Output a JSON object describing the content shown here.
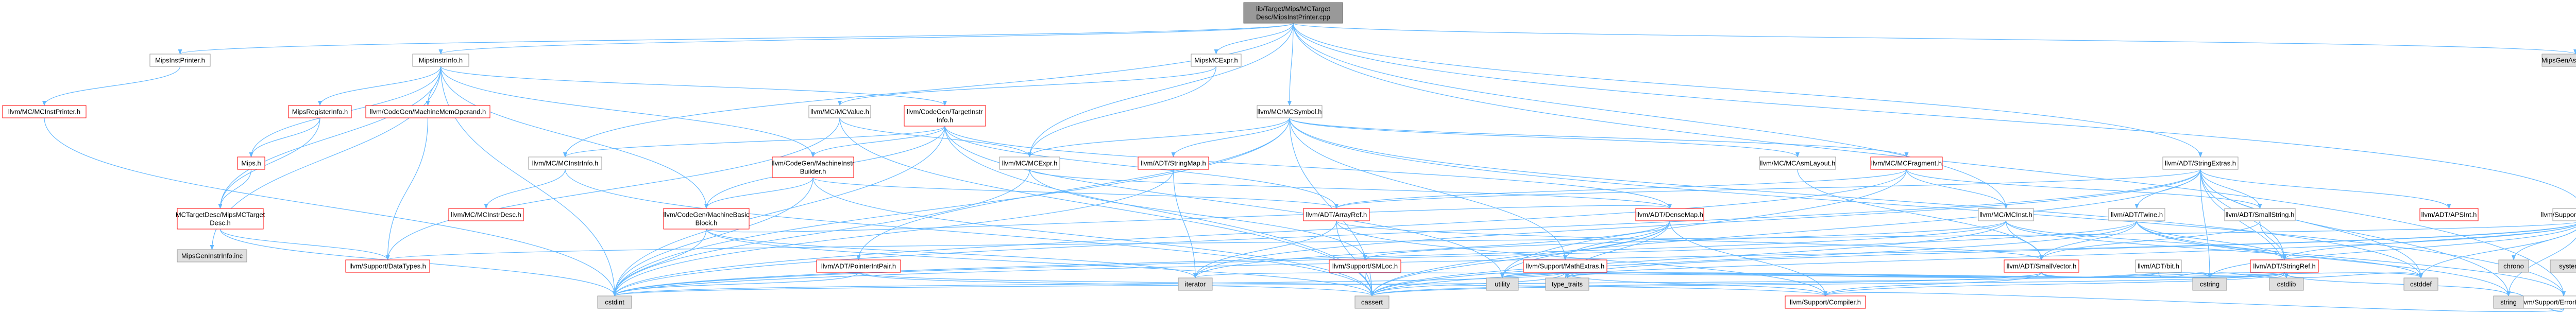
{
  "colors": {
    "edge": "#63B8FF",
    "node_fill": "#ffffff",
    "node_stroke": "#999999",
    "root_fill": "#999999",
    "root_stroke": "#666666",
    "red_node_stroke": "#ff0000",
    "gray_node_fill": "#e0e0e0",
    "text": "#000000",
    "red_text": "#ff0000"
  },
  "nodes": [
    {
      "id": "root",
      "lines": [
        "lib/Target/Mips/MCTarget",
        "Desc/MipsInstPrinter.cpp"
      ],
      "style": "root"
    },
    {
      "id": "mipsinstprinter_h",
      "lines": [
        "MipsInstPrinter.h"
      ],
      "style": "plain"
    },
    {
      "id": "mipsinstrinfo_h",
      "lines": [
        "MipsInstrInfo.h"
      ],
      "style": "plain"
    },
    {
      "id": "mipsmcexpr_h",
      "lines": [
        "MipsMCExpr.h"
      ],
      "style": "plain"
    },
    {
      "id": "mcsymbol_h",
      "lines": [
        "llvm/MC/MCSymbol.h"
      ],
      "style": "plain"
    },
    {
      "id": "mipsgenasmwriter",
      "lines": [
        "MipsGenAsmWriter.inc"
      ],
      "style": "gray"
    },
    {
      "id": "mcinstprinter_h",
      "lines": [
        "llvm/MC/MCInstPrinter.h"
      ],
      "style": "red"
    },
    {
      "id": "mipsregisterinfo_h",
      "lines": [
        "MipsRegisterInfo.h"
      ],
      "style": "red"
    },
    {
      "id": "mips_h",
      "lines": [
        "Mips.h"
      ],
      "style": "red"
    },
    {
      "id": "mipsmctargetdesc_h",
      "lines": [
        "MCTargetDesc/MipsMCTarget",
        "Desc.h"
      ],
      "style": "red"
    },
    {
      "id": "mipsgeninstrinfo",
      "lines": [
        "MipsGenInstrInfo.inc"
      ],
      "style": "gray"
    },
    {
      "id": "codegenmachinememoperand_h",
      "lines": [
        "llvm/CodeGen/MachineMemOperand.h"
      ],
      "style": "red"
    },
    {
      "id": "mcvalue_h",
      "lines": [
        "llvm/MC/MCValue.h"
      ],
      "style": "plain"
    },
    {
      "id": "codegentargetinstrinfo_h",
      "lines": [
        "llvm/CodeGen/TargetInstr",
        "Info.h"
      ],
      "style": "red"
    },
    {
      "id": "mcinstrinfo_h",
      "lines": [
        "llvm/MC/MCInstrInfo.h"
      ],
      "style": "plain"
    },
    {
      "id": "mcinstrdesc_h",
      "lines": [
        "llvm/MC/MCInstrDesc.h"
      ],
      "style": "red"
    },
    {
      "id": "codegenmachineinstrbuilder_h",
      "lines": [
        "llvm/CodeGen/MachineInstr",
        "Builder.h"
      ],
      "style": "red"
    },
    {
      "id": "codegenmachinebasicblock_h",
      "lines": [
        "llvm/CodeGen/MachineBasic",
        "Block.h"
      ],
      "style": "red"
    },
    {
      "id": "supportdatatypes_h",
      "lines": [
        "llvm/Support/DataTypes.h"
      ],
      "style": "red"
    },
    {
      "id": "mcmcexpr_h",
      "lines": [
        "llvm/MC/MCExpr.h"
      ],
      "style": "plain"
    },
    {
      "id": "adtstringmap_h",
      "lines": [
        "llvm/ADT/StringMap.h"
      ],
      "style": "red"
    },
    {
      "id": "adtarrayref_h",
      "lines": [
        "llvm/ADT/ArrayRef.h"
      ],
      "style": "red"
    },
    {
      "id": "adtpointerintpair_h",
      "lines": [
        "llvm/ADT/PointerIntPair.h"
      ],
      "style": "red"
    },
    {
      "id": "mcfragment_h",
      "lines": [
        "llvm/MC/MCFragment.h"
      ],
      "style": "red"
    },
    {
      "id": "mcasmlayout_h",
      "lines": [
        "llvm/MC/MCAsmLayout.h"
      ],
      "style": "plain"
    },
    {
      "id": "adtdensemap_h",
      "lines": [
        "llvm/ADT/DenseMap.h"
      ],
      "style": "red"
    },
    {
      "id": "supportsmloc_h",
      "lines": [
        "llvm/Support/SMLoc.h"
      ],
      "style": "red"
    },
    {
      "id": "supportmathextras_h",
      "lines": [
        "llvm/Support/MathExtras.h"
      ],
      "style": "red"
    },
    {
      "id": "mcmcinst_h",
      "lines": [
        "llvm/MC/MCInst.h"
      ],
      "style": "plain"
    },
    {
      "id": "adtsmallvector_h",
      "lines": [
        "llvm/ADT/SmallVector.h"
      ],
      "style": "red"
    },
    {
      "id": "adtstringextras_h",
      "lines": [
        "llvm/ADT/StringExtras.h"
      ],
      "style": "plain"
    },
    {
      "id": "adttwine_h",
      "lines": [
        "llvm/ADT/Twine.h"
      ],
      "style": "plain"
    },
    {
      "id": "adtsmallstring_h",
      "lines": [
        "llvm/ADT/SmallString.h"
      ],
      "style": "plain"
    },
    {
      "id": "adtapsint_h",
      "lines": [
        "llvm/ADT/APSInt.h"
      ],
      "style": "red"
    },
    {
      "id": "adtbit_h",
      "lines": [
        "llvm/ADT/bit.h"
      ],
      "style": "plain"
    },
    {
      "id": "adtstringref_h",
      "lines": [
        "llvm/ADT/StringRef.h"
      ],
      "style": "red"
    },
    {
      "id": "supportrawostream_h",
      "lines": [
        "llvm/Support/raw_ostream.h"
      ],
      "style": "plain"
    },
    {
      "id": "supporterrorhandling_h",
      "lines": [
        "llvm/Support/ErrorHandling.h"
      ],
      "style": "plain"
    },
    {
      "id": "supportcompiler_h",
      "lines": [
        "llvm/Support/Compiler.h"
      ],
      "style": "red"
    },
    {
      "id": "cstdint",
      "lines": [
        "cstdint"
      ],
      "style": "gray"
    },
    {
      "id": "iterator",
      "lines": [
        "iterator"
      ],
      "style": "gray"
    },
    {
      "id": "cassert",
      "lines": [
        "cassert"
      ],
      "style": "gray"
    },
    {
      "id": "utility",
      "lines": [
        "utility"
      ],
      "style": "gray"
    },
    {
      "id": "type_traits",
      "lines": [
        "type_traits"
      ],
      "style": "gray"
    },
    {
      "id": "cstring",
      "lines": [
        "cstring"
      ],
      "style": "gray"
    },
    {
      "id": "cstdlib",
      "lines": [
        "cstdlib"
      ],
      "style": "gray"
    },
    {
      "id": "cstddef",
      "lines": [
        "cstddef"
      ],
      "style": "gray"
    },
    {
      "id": "string",
      "lines": [
        "string"
      ],
      "style": "gray"
    },
    {
      "id": "chrono",
      "lines": [
        "chrono"
      ],
      "style": "gray"
    },
    {
      "id": "system_error",
      "lines": [
        "system_error"
      ],
      "style": "gray"
    }
  ],
  "edges": [
    [
      "root",
      "mipsinstprinter_h"
    ],
    [
      "root",
      "mipsinstrinfo_h"
    ],
    [
      "root",
      "mipsmcexpr_h"
    ],
    [
      "root",
      "mcsymbol_h"
    ],
    [
      "root",
      "mipsgenasmwriter"
    ],
    [
      "root",
      "supportrawostream_h"
    ],
    [
      "root",
      "adtstringextras_h"
    ],
    [
      "root",
      "mcmcinst_h"
    ],
    [
      "root",
      "mcmcexpr_h"
    ],
    [
      "root",
      "mcinstrinfo_h"
    ],
    [
      "root",
      "supporterrorhandling_h"
    ],
    [
      "mipsinstprinter_h",
      "mcinstprinter_h"
    ],
    [
      "mcinstprinter_h",
      "cstdint"
    ],
    [
      "mipsinstrinfo_h",
      "mipsregisterinfo_h"
    ],
    [
      "mipsinstrinfo_h",
      "mips_h"
    ],
    [
      "mipsinstrinfo_h",
      "mipsmctargetdesc_h"
    ],
    [
      "mipsinstrinfo_h",
      "mipsgeninstrinfo"
    ],
    [
      "mipsinstrinfo_h",
      "codegenmachinememoperand_h"
    ],
    [
      "mipsinstrinfo_h",
      "codegentargetinstrinfo_h"
    ],
    [
      "mipsinstrinfo_h",
      "codegenmachineinstrbuilder_h"
    ],
    [
      "mipsinstrinfo_h",
      "codegenmachinebasicblock_h"
    ],
    [
      "mipsinstrinfo_h",
      "cstdint"
    ],
    [
      "mipsregisterinfo_h",
      "mips_h"
    ],
    [
      "mipsregisterinfo_h",
      "mipsmctargetdesc_h"
    ],
    [
      "mips_h",
      "mipsmctargetdesc_h"
    ],
    [
      "mipsmctargetdesc_h",
      "supportdatatypes_h"
    ],
    [
      "mipsmctargetdesc_h",
      "cstdint"
    ],
    [
      "codegenmachinememoperand_h",
      "supportdatatypes_h"
    ],
    [
      "mipsmcexpr_h",
      "mcvalue_h"
    ],
    [
      "mipsmcexpr_h",
      "mcmcexpr_h"
    ],
    [
      "mcvalue_h",
      "mcmcexpr_h"
    ],
    [
      "mcvalue_h",
      "supportdatatypes_h"
    ],
    [
      "mcvalue_h",
      "cassert"
    ],
    [
      "codegentargetinstrinfo_h",
      "mcinstrinfo_h"
    ],
    [
      "codegentargetinstrinfo_h",
      "codegenmachineinstrbuilder_h"
    ],
    [
      "codegentargetinstrinfo_h",
      "codegenmachinebasicblock_h"
    ],
    [
      "codegentargetinstrinfo_h",
      "adtdensemap_h"
    ],
    [
      "codegentargetinstrinfo_h",
      "adtarrayref_h"
    ],
    [
      "codegentargetinstrinfo_h",
      "cassert"
    ],
    [
      "codegentargetinstrinfo_h",
      "utility"
    ],
    [
      "codegentargetinstrinfo_h",
      "cstdint"
    ],
    [
      "mcinstrinfo_h",
      "mcinstrdesc_h"
    ],
    [
      "mcinstrinfo_h",
      "cassert"
    ],
    [
      "codegenmachineinstrbuilder_h",
      "codegenmachinebasicblock_h"
    ],
    [
      "codegenmachineinstrbuilder_h",
      "adtarrayref_h"
    ],
    [
      "codegenmachineinstrbuilder_h",
      "cassert"
    ],
    [
      "codegenmachineinstrbuilder_h",
      "cstdint"
    ],
    [
      "codegenmachinebasicblock_h",
      "adtdensemap_h"
    ],
    [
      "codegenmachinebasicblock_h",
      "iterator"
    ],
    [
      "codegenmachinebasicblock_h",
      "cassert"
    ],
    [
      "codegenmachinebasicblock_h",
      "cstdint"
    ],
    [
      "mcsymbol_h",
      "mcmcexpr_h"
    ],
    [
      "mcsymbol_h",
      "mcfragment_h"
    ],
    [
      "mcsymbol_h",
      "adtstringmap_h"
    ],
    [
      "mcsymbol_h",
      "adtpointerintpair_h"
    ],
    [
      "mcsymbol_h",
      "supportmathextras_h"
    ],
    [
      "mcsymbol_h",
      "supporterrorhandling_h"
    ],
    [
      "mcsymbol_h",
      "cassert"
    ],
    [
      "mcsymbol_h",
      "cstddef"
    ],
    [
      "mcsymbol_h",
      "cstdint"
    ],
    [
      "mcsymbol_h",
      "mcasmlayout_h"
    ],
    [
      "mcmcexpr_h",
      "supportsmloc_h"
    ],
    [
      "mcmcexpr_h",
      "adtdensemap_h"
    ],
    [
      "mcmcexpr_h",
      "cstdint"
    ],
    [
      "adtstringmap_h",
      "iterator"
    ],
    [
      "adtstringmap_h",
      "cstdint"
    ],
    [
      "adtpointerintpair_h",
      "supportcompiler_h"
    ],
    [
      "adtpointerintpair_h",
      "cassert"
    ],
    [
      "adtpointerintpair_h",
      "cstdint"
    ],
    [
      "adtarrayref_h",
      "adtsmallvector_h"
    ],
    [
      "adtarrayref_h",
      "supportcompiler_h"
    ],
    [
      "adtarrayref_h",
      "cassert"
    ],
    [
      "adtarrayref_h",
      "iterator"
    ],
    [
      "mcasmlayout_h",
      "adtsmallvector_h"
    ],
    [
      "mcfragment_h",
      "adtarrayref_h"
    ],
    [
      "mcfragment_h",
      "adtsmallstring_h"
    ],
    [
      "mcfragment_h",
      "mcmcinst_h"
    ],
    [
      "mcfragment_h",
      "utility"
    ],
    [
      "mcfragment_h",
      "cstdint"
    ],
    [
      "adtdensemap_h",
      "supportmathextras_h"
    ],
    [
      "adtdensemap_h",
      "supportcompiler_h"
    ],
    [
      "adtdensemap_h",
      "utility"
    ],
    [
      "adtdensemap_h",
      "type_traits"
    ],
    [
      "adtdensemap_h",
      "cassert"
    ],
    [
      "adtdensemap_h",
      "iterator"
    ],
    [
      "supportsmloc_h",
      "cassert"
    ],
    [
      "supportmathextras_h",
      "supportcompiler_h"
    ],
    [
      "supportmathextras_h",
      "cassert"
    ],
    [
      "supportmathextras_h",
      "type_traits"
    ],
    [
      "supportmathextras_h",
      "cstdint"
    ],
    [
      "mcmcinst_h",
      "adtsmallvector_h"
    ],
    [
      "mcmcinst_h",
      "adtstringref_h"
    ],
    [
      "mcmcinst_h",
      "supportsmloc_h"
    ],
    [
      "mcmcinst_h",
      "cassert"
    ],
    [
      "mcmcinst_h",
      "cstddef"
    ],
    [
      "mcmcinst_h",
      "cstdint"
    ],
    [
      "adtsmallvector_h",
      "supportcompiler_h"
    ],
    [
      "adtsmallvector_h",
      "type_traits"
    ],
    [
      "adtsmallvector_h",
      "utility"
    ],
    [
      "adtsmallvector_h",
      "cstring"
    ],
    [
      "adtsmallvector_h",
      "cassert"
    ],
    [
      "adtsmallvector_h",
      "cstdlib"
    ],
    [
      "adtsmallvector_h",
      "cstddef"
    ],
    [
      "adtstringextras_h",
      "adttwine_h"
    ],
    [
      "adtstringextras_h",
      "adtsmallstring_h"
    ],
    [
      "adtstringextras_h",
      "adtapsint_h"
    ],
    [
      "adtstringextras_h",
      "adtstringref_h"
    ],
    [
      "adtstringextras_h",
      "adtarrayref_h"
    ],
    [
      "adtstringextras_h",
      "cassert"
    ],
    [
      "adtstringextras_h",
      "cstddef"
    ],
    [
      "adtstringextras_h",
      "cstdint"
    ],
    [
      "adtstringextras_h",
      "cstdlib"
    ],
    [
      "adtstringextras_h",
      "cstring"
    ],
    [
      "adtstringextras_h",
      "iterator"
    ],
    [
      "adtstringextras_h",
      "string"
    ],
    [
      "adttwine_h",
      "adtsmallvector_h"
    ],
    [
      "adttwine_h",
      "adtstringref_h"
    ],
    [
      "adttwine_h",
      "supporterrorhandling_h"
    ],
    [
      "adttwine_h",
      "cassert"
    ],
    [
      "adttwine_h",
      "cstdint"
    ],
    [
      "adttwine_h",
      "string"
    ],
    [
      "adtsmallstring_h",
      "adtsmallvector_h"
    ],
    [
      "adtsmallstring_h",
      "adtstringref_h"
    ],
    [
      "adtbit_h",
      "cstdint"
    ],
    [
      "adtbit_h",
      "type_traits"
    ],
    [
      "adtbit_h",
      "cstring"
    ],
    [
      "adtstringref_h",
      "supportcompiler_h"
    ],
    [
      "adtstringref_h",
      "cassert"
    ],
    [
      "adtstringref_h",
      "cstddef"
    ],
    [
      "adtstringref_h",
      "cstring"
    ],
    [
      "adtstringref_h",
      "iterator"
    ],
    [
      "adtstringref_h",
      "string"
    ],
    [
      "adtstringref_h",
      "type_traits"
    ],
    [
      "adtstringref_h",
      "utility"
    ],
    [
      "supportrawostream_h",
      "adtstringref_h"
    ],
    [
      "supportrawostream_h",
      "supportdatatypes_h"
    ],
    [
      "supportrawostream_h",
      "cassert"
    ],
    [
      "supportrawostream_h",
      "chrono"
    ],
    [
      "supportrawostream_h",
      "cstddef"
    ],
    [
      "supportrawostream_h",
      "cstdint"
    ],
    [
      "supportrawostream_h",
      "cstring"
    ],
    [
      "supportrawostream_h",
      "string"
    ],
    [
      "supportrawostream_h",
      "system_error"
    ],
    [
      "supportrawostream_h",
      "type_traits"
    ],
    [
      "supporterrorhandling_h",
      "supportcompiler_h"
    ],
    [
      "supporterrorhandling_h",
      "string"
    ]
  ]
}
